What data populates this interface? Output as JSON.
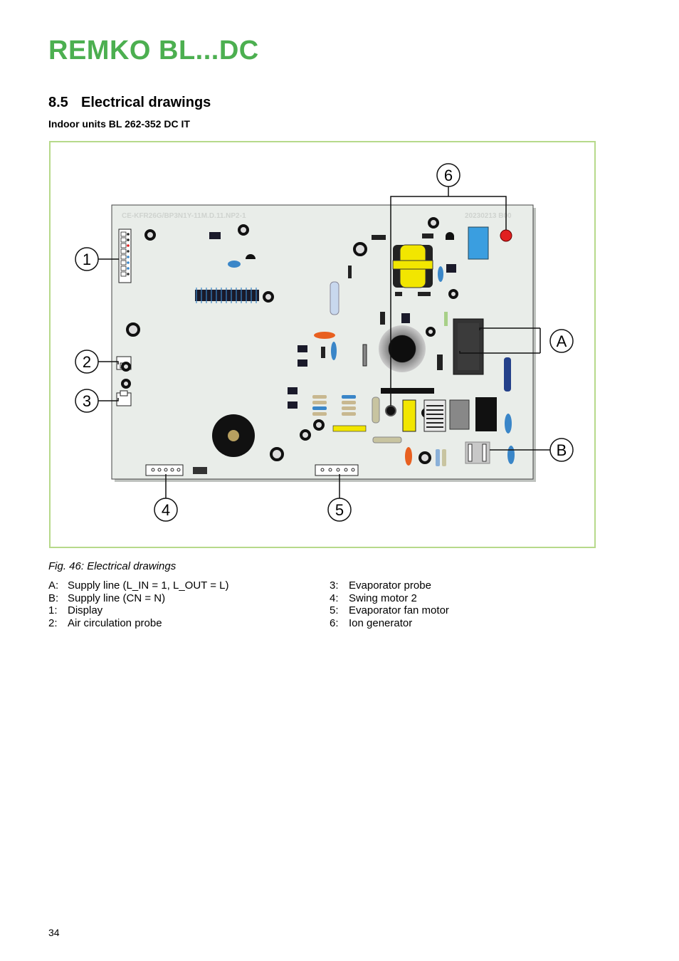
{
  "header": {
    "brand_title": "REMKO BL...DC"
  },
  "section": {
    "number": "8.5",
    "title": "Electrical drawings"
  },
  "subheading": "Indoor units BL 262-352 DC IT",
  "board": {
    "print_top_left": "CE-KFR26G/BP3N1Y-11M.D.11.NP2-1",
    "print_top_right": "20230213 B00"
  },
  "callouts": {
    "c1": "1",
    "c2": "2",
    "c3": "3",
    "c4": "4",
    "c5": "5",
    "c6": "6",
    "cA": "A",
    "cB": "B"
  },
  "caption": "Fig. 46: Electrical drawings",
  "legend_left": [
    {
      "key": "A:",
      "text": "Supply line (L_IN = 1, L_OUT = L)"
    },
    {
      "key": "B:",
      "text": "Supply line (CN = N)"
    },
    {
      "key": "1:",
      "text": "Display"
    },
    {
      "key": "2:",
      "text": "Air circulation probe"
    }
  ],
  "legend_right": [
    {
      "key": "3:",
      "text": "Evaporator probe"
    },
    {
      "key": "4:",
      "text": "Swing motor 2"
    },
    {
      "key": "5:",
      "text": "Evaporator fan motor"
    },
    {
      "key": "6:",
      "text": "Ion generator"
    }
  ],
  "page_number": "34",
  "colors": {
    "brand_green": "#4caf50",
    "frame_green": "#b6d98a",
    "board_bg": "#e9ede9",
    "accent_yellow": "#f2e600",
    "accent_blue": "#3a86c8",
    "accent_red": "#e02020",
    "accent_orange": "#e86020"
  }
}
